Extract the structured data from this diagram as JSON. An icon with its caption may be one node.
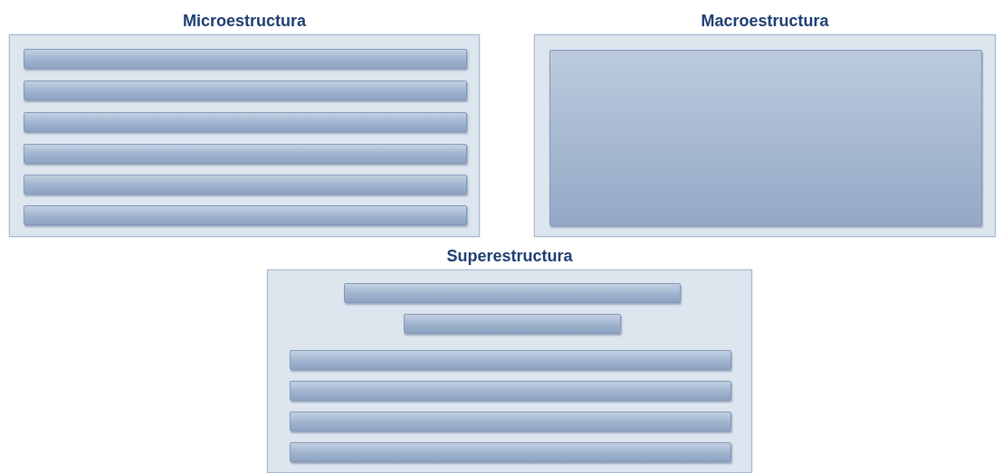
{
  "diagram": {
    "nodes": [
      {
        "text": [
          "Microestructura"
        ]
      },
      {
        "text": [],
        "shape": "bar",
        "in": 0
      },
      {
        "text": [],
        "shape": "bar",
        "in": 0
      },
      {
        "text": [],
        "shape": "bar",
        "in": 0
      },
      {
        "text": [],
        "shape": "bar",
        "in": 0
      },
      {
        "text": [],
        "shape": "bar",
        "in": 0
      },
      {
        "text": [],
        "shape": "bar",
        "in": 0
      },
      {
        "text": [
          "Macroestructura"
        ]
      },
      {
        "text": [],
        "shape": "box",
        "in": 7
      },
      {
        "text": [
          "Superestructura"
        ]
      },
      {
        "text": [],
        "shape": "bar",
        "in": 9
      },
      {
        "text": [],
        "shape": "bar",
        "in": 9
      },
      {
        "text": [],
        "shape": "bar",
        "in": 9
      },
      {
        "text": [],
        "shape": "bar",
        "in": 9
      },
      {
        "text": [],
        "shape": "bar",
        "in": 9
      },
      {
        "text": [],
        "shape": "bar",
        "in": 9
      }
    ]
  }
}
